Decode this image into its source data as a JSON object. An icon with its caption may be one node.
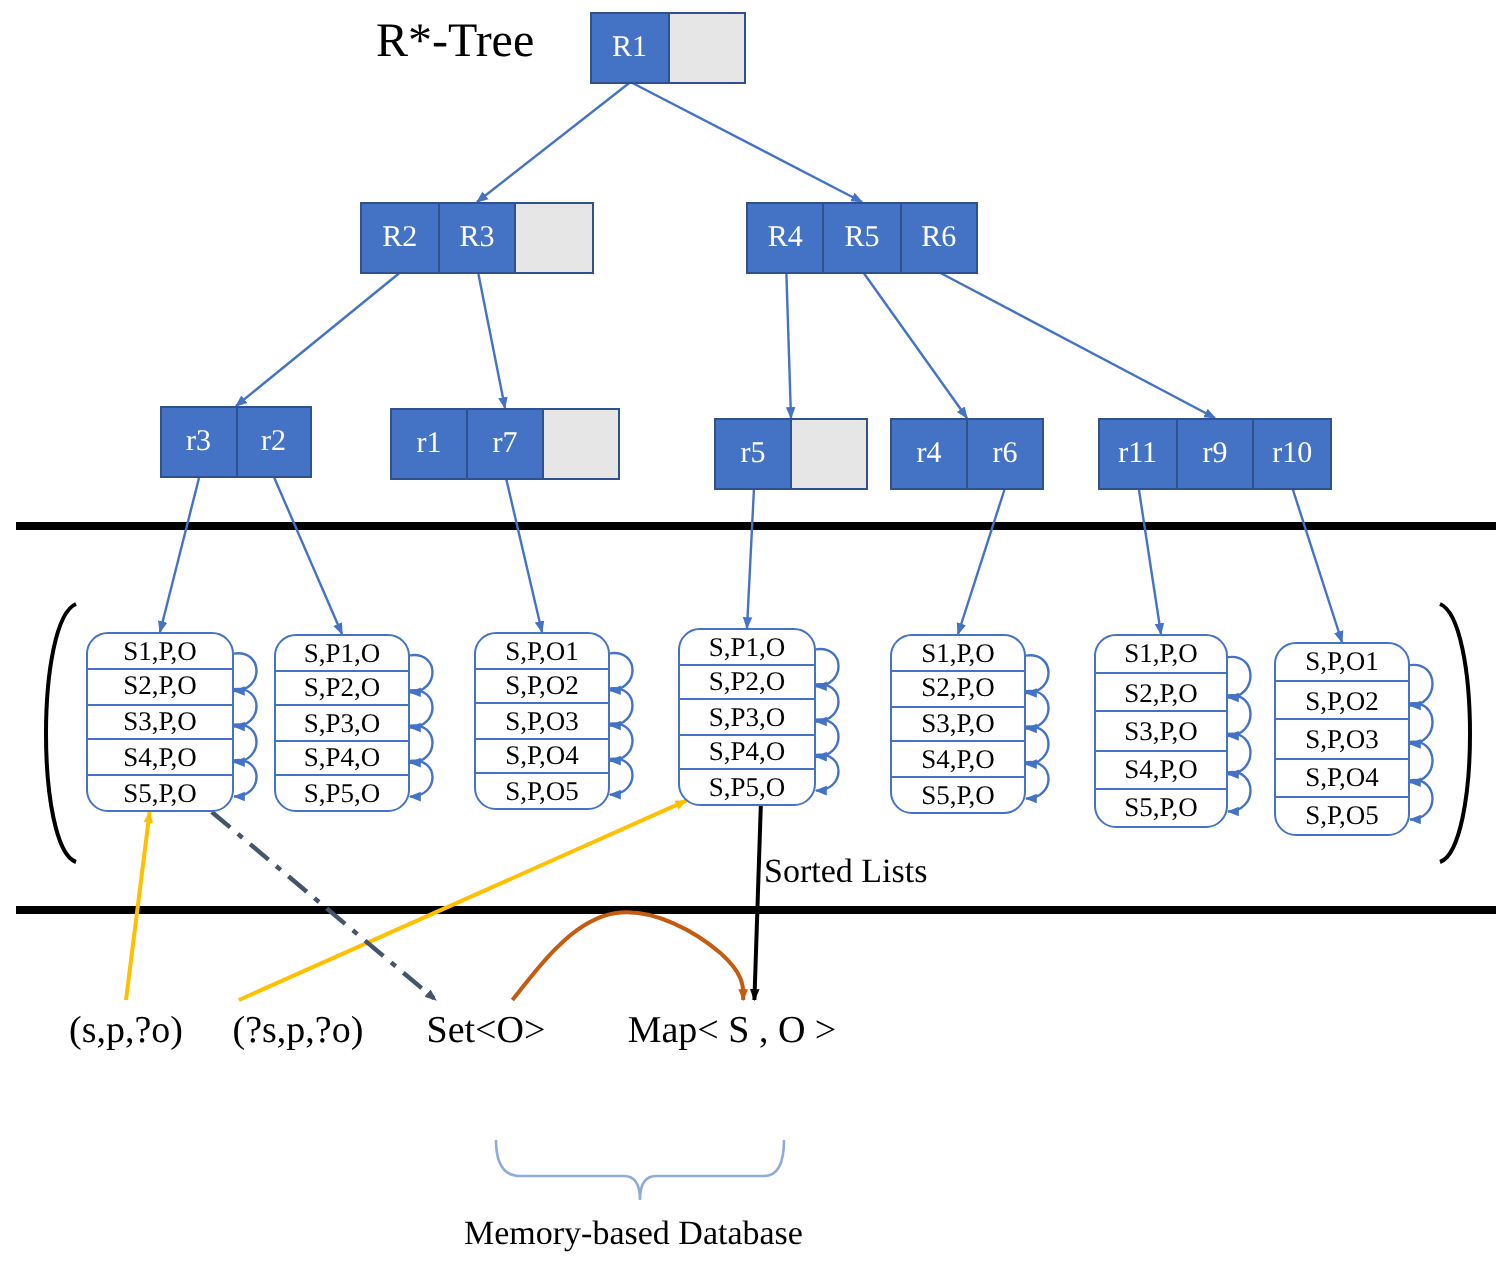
{
  "diagram": {
    "nodes": [
      {
        "text": [],
        "shape": "box"
      },
      {
        "text": [
          "R1"
        ],
        "in": 0
      },
      {
        "text": [],
        "shape": "box",
        "in": 0
      },
      {
        "text": [],
        "shape": "box"
      },
      {
        "text": [
          "R2"
        ],
        "in": 3
      },
      {
        "text": [
          "R3"
        ],
        "in": 3
      },
      {
        "text": [],
        "shape": "box",
        "in": 3
      },
      {
        "text": [],
        "shape": "box"
      },
      {
        "text": [
          "R4"
        ],
        "in": 7
      },
      {
        "text": [
          "R5"
        ],
        "in": 7
      },
      {
        "text": [
          "R6"
        ],
        "in": 7
      },
      {
        "text": [],
        "shape": "box"
      },
      {
        "text": [
          "r3"
        ],
        "in": 11
      },
      {
        "text": [
          "r2"
        ],
        "in": 11
      },
      {
        "text": [],
        "shape": "box"
      },
      {
        "text": [
          "r1"
        ],
        "in": 14
      },
      {
        "text": [
          "r7"
        ],
        "in": 14
      },
      {
        "text": [],
        "shape": "box",
        "in": 14
      },
      {
        "text": [],
        "shape": "box"
      },
      {
        "text": [
          "r5"
        ],
        "in": 18
      },
      {
        "text": [],
        "shape": "box",
        "in": 18
      },
      {
        "text": [],
        "shape": "box"
      },
      {
        "text": [
          "r4"
        ],
        "in": 21
      },
      {
        "text": [
          "r6"
        ],
        "in": 21
      },
      {
        "text": [],
        "shape": "box"
      },
      {
        "text": [
          "r11"
        ],
        "in": 24
      },
      {
        "text": [
          "r9"
        ],
        "in": 24
      },
      {
        "text": [
          "r10"
        ],
        "in": 24
      },
      {
        "text": [],
        "shape": "box"
      },
      {
        "text": [
          "S1,P,O"
        ],
        "in": 28
      },
      {
        "text": [
          "S2,P,O"
        ],
        "in": 28
      },
      {
        "text": [
          "S3,P,O"
        ],
        "in": 28
      },
      {
        "text": [
          "S4,P,O"
        ],
        "in": 28
      },
      {
        "text": [
          "S5,P,O"
        ],
        "in": 28
      },
      {
        "text": [],
        "shape": "box"
      },
      {
        "text": [
          "S,P1,O"
        ],
        "in": 34
      },
      {
        "text": [
          "S,P2,O"
        ],
        "in": 34
      },
      {
        "text": [
          "S,P3,O"
        ],
        "in": 34
      },
      {
        "text": [
          "S,P4,O"
        ],
        "in": 34
      },
      {
        "text": [
          "S,P5,O"
        ],
        "in": 34
      },
      {
        "text": [],
        "shape": "box"
      },
      {
        "text": [
          "S,P,O1"
        ],
        "in": 40
      },
      {
        "text": [
          "S,P,O2"
        ],
        "in": 40
      },
      {
        "text": [
          "S,P,O3"
        ],
        "in": 40
      },
      {
        "text": [
          "S,P,O4"
        ],
        "in": 40
      },
      {
        "text": [
          "S,P,O5"
        ],
        "in": 40
      },
      {
        "text": [],
        "shape": "box"
      },
      {
        "text": [
          "S,P1,O"
        ],
        "in": 46
      },
      {
        "text": [
          "S,P2,O"
        ],
        "in": 46
      },
      {
        "text": [
          "S,P3,O"
        ],
        "in": 46
      },
      {
        "text": [
          "S,P4,O"
        ],
        "in": 46
      },
      {
        "text": [
          "S,P5,O"
        ],
        "in": 46
      },
      {
        "text": [],
        "shape": "box"
      },
      {
        "text": [
          "S1,P,O"
        ],
        "in": 52
      },
      {
        "text": [
          "S2,P,O"
        ],
        "in": 52
      },
      {
        "text": [
          "S3,P,O"
        ],
        "in": 52
      },
      {
        "text": [
          "S4,P,O"
        ],
        "in": 52
      },
      {
        "text": [
          "S5,P,O"
        ],
        "in": 52
      },
      {
        "text": [],
        "shape": "box"
      },
      {
        "text": [
          "S1,P,O"
        ],
        "in": 58
      },
      {
        "text": [
          "S2,P,O"
        ],
        "in": 58
      },
      {
        "text": [
          "S3,P,O"
        ],
        "in": 58
      },
      {
        "text": [
          "S4,P,O"
        ],
        "in": 58
      },
      {
        "text": [
          "S5,P,O"
        ],
        "in": 58
      },
      {
        "text": [],
        "shape": "box"
      },
      {
        "text": [
          "S,P,O1"
        ],
        "in": 64
      },
      {
        "text": [
          "S,P,O2"
        ],
        "in": 64
      },
      {
        "text": [
          "S,P,O3"
        ],
        "in": 64
      },
      {
        "text": [
          "S,P,O4"
        ],
        "in": 64
      },
      {
        "text": [
          "S,P,O5"
        ],
        "in": 64
      },
      {
        "text": [
          "(s,p,?o)"
        ]
      },
      {
        "text": [
          "(?s,p,?o)"
        ]
      },
      {
        "text": [
          "Set<O>"
        ]
      },
      {
        "text": [
          "Map< S , O >"
        ]
      }
    ],
    "edges": [
      {
        "from": 1,
        "to": 3,
        "arrow": "to"
      },
      {
        "from": 1,
        "to": 7,
        "arrow": "to"
      },
      {
        "from": 4,
        "to": 11,
        "arrow": "to"
      },
      {
        "from": 5,
        "to": 14,
        "arrow": "to"
      },
      {
        "from": 8,
        "to": 18,
        "arrow": "to"
      },
      {
        "from": 9,
        "to": 21,
        "arrow": "to"
      },
      {
        "from": 10,
        "to": 24,
        "arrow": "to"
      },
      {
        "from": 12,
        "to": 28,
        "arrow": "to"
      },
      {
        "from": 13,
        "to": 34,
        "arrow": "to"
      },
      {
        "from": 16,
        "to": 40,
        "arrow": "to"
      },
      {
        "from": 19,
        "to": 46,
        "arrow": "to"
      },
      {
        "from": 23,
        "to": 52,
        "arrow": "to"
      },
      {
        "from": 25,
        "to": 58,
        "arrow": "to"
      },
      {
        "from": 27,
        "to": 64,
        "arrow": "to"
      },
      {
        "from": 29,
        "to": 30,
        "arrow": "to"
      },
      {
        "from": 30,
        "to": 31,
        "arrow": "to"
      },
      {
        "from": 31,
        "to": 32,
        "arrow": "to"
      },
      {
        "from": 32,
        "to": 33,
        "arrow": "to"
      },
      {
        "from": 35,
        "to": 36,
        "arrow": "to"
      },
      {
        "from": 36,
        "to": 37,
        "arrow": "to"
      },
      {
        "from": 37,
        "to": 38,
        "arrow": "to"
      },
      {
        "from": 38,
        "to": 39,
        "arrow": "to"
      },
      {
        "from": 41,
        "to": 42,
        "arrow": "to"
      },
      {
        "from": 42,
        "to": 43,
        "arrow": "to"
      },
      {
        "from": 43,
        "to": 44,
        "arrow": "to"
      },
      {
        "from": 44,
        "to": 45,
        "arrow": "to"
      },
      {
        "from": 47,
        "to": 48,
        "arrow": "to"
      },
      {
        "from": 48,
        "to": 49,
        "arrow": "to"
      },
      {
        "from": 49,
        "to": 50,
        "arrow": "to"
      },
      {
        "from": 50,
        "to": 51,
        "arrow": "to"
      },
      {
        "from": 53,
        "to": 54,
        "arrow": "to"
      },
      {
        "from": 54,
        "to": 55,
        "arrow": "to"
      },
      {
        "from": 55,
        "to": 56,
        "arrow": "to"
      },
      {
        "from": 56,
        "to": 57,
        "arrow": "to"
      },
      {
        "from": 59,
        "to": 60,
        "arrow": "to"
      },
      {
        "from": 60,
        "to": 61,
        "arrow": "to"
      },
      {
        "from": 61,
        "to": 62,
        "arrow": "to"
      },
      {
        "from": 62,
        "to": 63,
        "arrow": "to"
      },
      {
        "from": 65,
        "to": 66,
        "arrow": "to"
      },
      {
        "from": 66,
        "to": 67,
        "arrow": "to"
      },
      {
        "from": 67,
        "to": 68,
        "arrow": "to"
      },
      {
        "from": 68,
        "to": 69,
        "arrow": "to"
      },
      {
        "from": 70,
        "to": 28,
        "arrow": "to",
        "color": "#ffc000"
      },
      {
        "from": 71,
        "to": 46,
        "arrow": "to",
        "color": "#ffc000"
      },
      {
        "from": 28,
        "to": 72,
        "arrow": "to",
        "color": "#44546a",
        "style": "dashed"
      },
      {
        "from": 72,
        "to": 73,
        "arrow": "to",
        "color": "#c55a11"
      },
      {
        "from": 46,
        "to": 73,
        "arrow": "to",
        "color": "#000000"
      }
    ],
    "labels": [
      "R*-Tree",
      "Sorted Lists",
      "Memory-based Database"
    ]
  }
}
